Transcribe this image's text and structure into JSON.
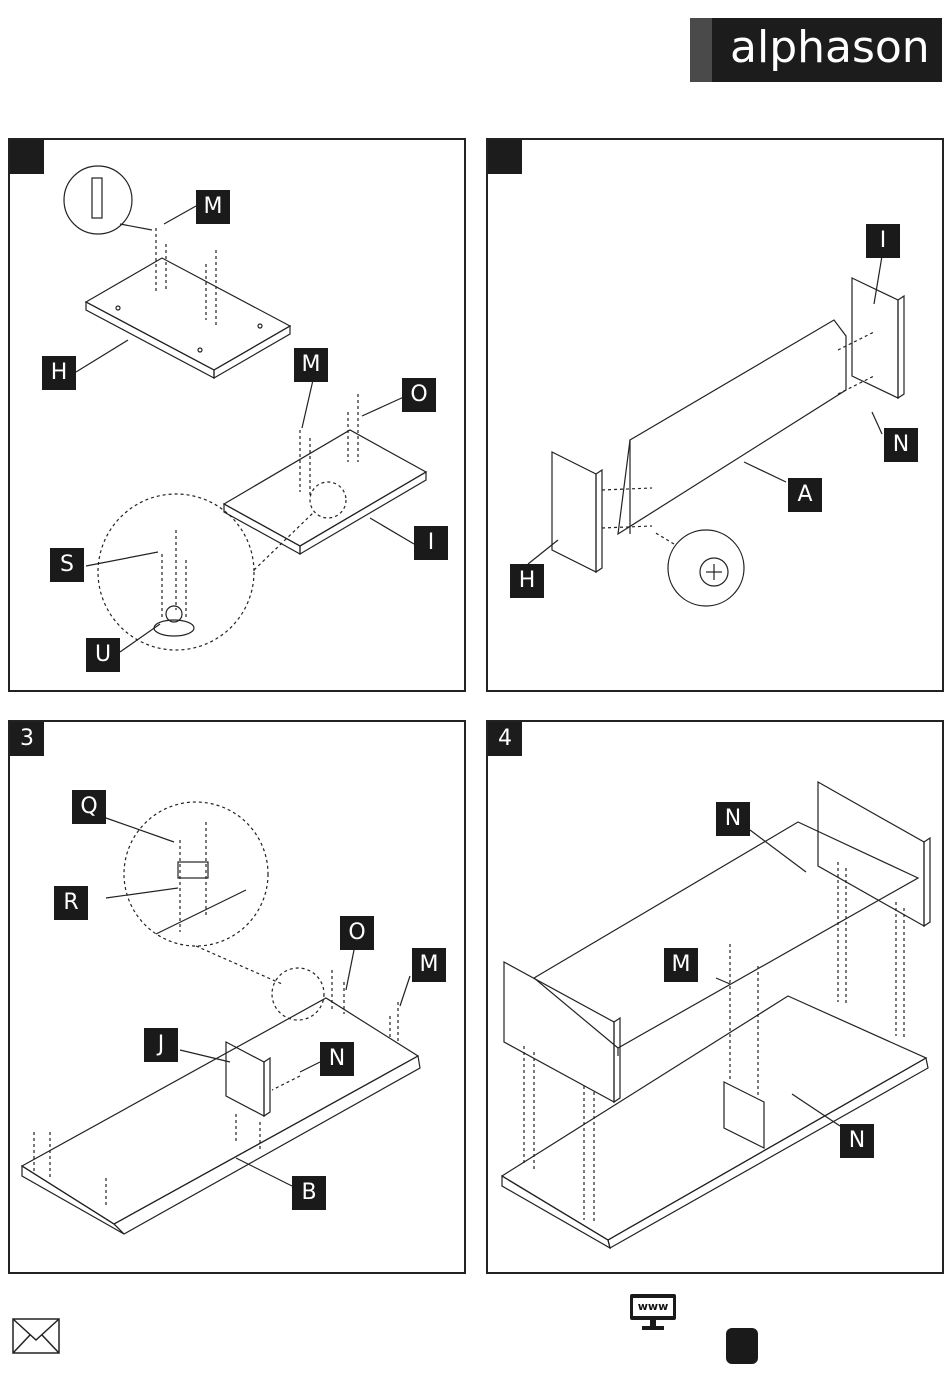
{
  "brand": {
    "logo_text": "alphason"
  },
  "panels": [
    {
      "step": "",
      "labels": [
        "M",
        "H",
        "M",
        "O",
        "I",
        "S",
        "U"
      ]
    },
    {
      "step": "",
      "labels": [
        "I",
        "N",
        "A",
        "H"
      ]
    },
    {
      "step": "3",
      "labels": [
        "Q",
        "R",
        "O",
        "M",
        "J",
        "N",
        "B"
      ]
    },
    {
      "step": "4",
      "labels": [
        "N",
        "M",
        "N"
      ]
    }
  ],
  "footer": {
    "www_icon_text": "www"
  },
  "icons": [
    "mail-icon",
    "website-monitor-icon"
  ]
}
